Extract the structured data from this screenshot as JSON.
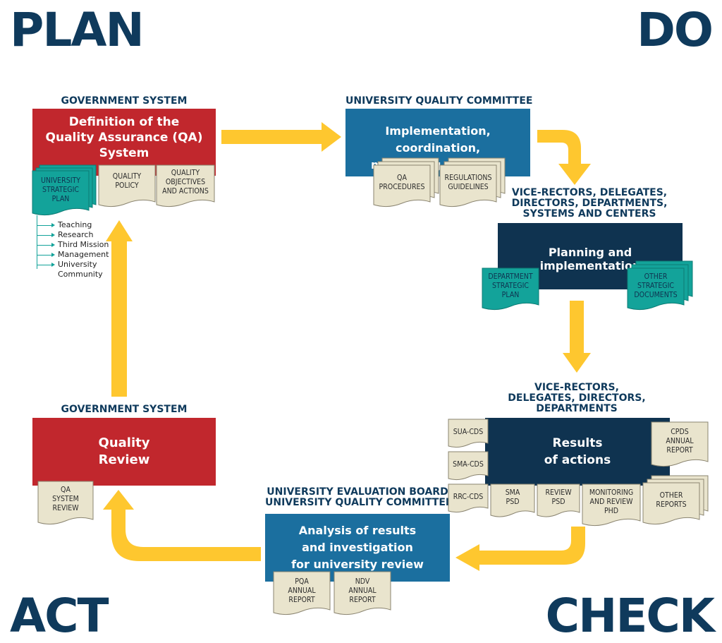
{
  "corners": {
    "plan": "PLAN",
    "do": "DO",
    "act": "ACT",
    "check": "CHECK"
  },
  "plan_stage": {
    "heading": "GOVERNMENT SYSTEM",
    "box": [
      "Definition of the",
      "Quality Assurance (QA)",
      "System"
    ],
    "docs": {
      "strategic_plan": [
        "UNIVERSITY",
        "STRATEGIC",
        "PLAN"
      ],
      "quality_policy": [
        "QUALITY",
        "POLICY"
      ],
      "objectives": [
        "QUALITY",
        "OBJECTIVES",
        "AND ACTIONS"
      ]
    },
    "areas": [
      "Teaching",
      "Research",
      "Third Mission",
      "Management",
      "University",
      "Community"
    ]
  },
  "do_stage": {
    "heading": "UNIVERSITY QUALITY COMMITTEE",
    "box": [
      "Implementation, coordination,",
      "monitoring of the QA System"
    ],
    "docs": {
      "qa_procedures": [
        "QA",
        "PROCEDURES"
      ],
      "regulations": [
        "REGULATIONS",
        "GUIDELINES"
      ]
    }
  },
  "planning_stage": {
    "heading": [
      "VICE-RECTORS, DELEGATES,",
      "DIRECTORS, DEPARTMENTS,",
      "SYSTEMS AND CENTERS"
    ],
    "box": "Planning and implementation",
    "docs": {
      "department_plan": [
        "DEPARTMENT",
        "STRATEGIC",
        "PLAN"
      ],
      "other_strategic": [
        "OTHER",
        "STRATEGIC",
        "DOCUMENTS"
      ]
    }
  },
  "results_stage": {
    "heading": [
      "VICE-RECTORS,",
      "DELEGATES, DIRECTORS,",
      "DEPARTMENTS"
    ],
    "box": [
      "Results",
      "of actions"
    ],
    "docs": {
      "sua": "SUA-CDS",
      "sma_cds": "SMA-CDS",
      "rrc": "RRC-CDS",
      "cpds": [
        "CPDS",
        "ANNUAL",
        "REPORT"
      ],
      "sma_psd": [
        "SMA",
        "PSD"
      ],
      "review_psd": [
        "REVIEW",
        "PSD"
      ],
      "monitoring_phd": [
        "MONITORING",
        "AND REVIEW",
        "PHD"
      ],
      "other_reports": [
        "OTHER",
        "REPORTS"
      ]
    }
  },
  "check_stage": {
    "heading": [
      "UNIVERSITY EVALUATION BOARD",
      "UNIVERSITY QUALITY COMMITTEE"
    ],
    "box": [
      "Analysis of results",
      "and investigation",
      "for university review"
    ],
    "docs": {
      "pqa": [
        "PQA",
        "ANNUAL",
        "REPORT"
      ],
      "ndv": [
        "NDV",
        "ANNUAL",
        "REPORT"
      ]
    }
  },
  "act_stage": {
    "heading": "GOVERNMENT SYSTEM",
    "box": [
      "Quality",
      "Review"
    ],
    "docs": {
      "qa_review": [
        "QA",
        "SYSTEM",
        "REVIEW"
      ]
    }
  },
  "colors": {
    "navy": "#0f3350",
    "red": "#c1272d",
    "blue": "#1b6f9f",
    "arrow": "#fec72f",
    "paper": "#e9e4cd",
    "teal": "#13a39a"
  }
}
